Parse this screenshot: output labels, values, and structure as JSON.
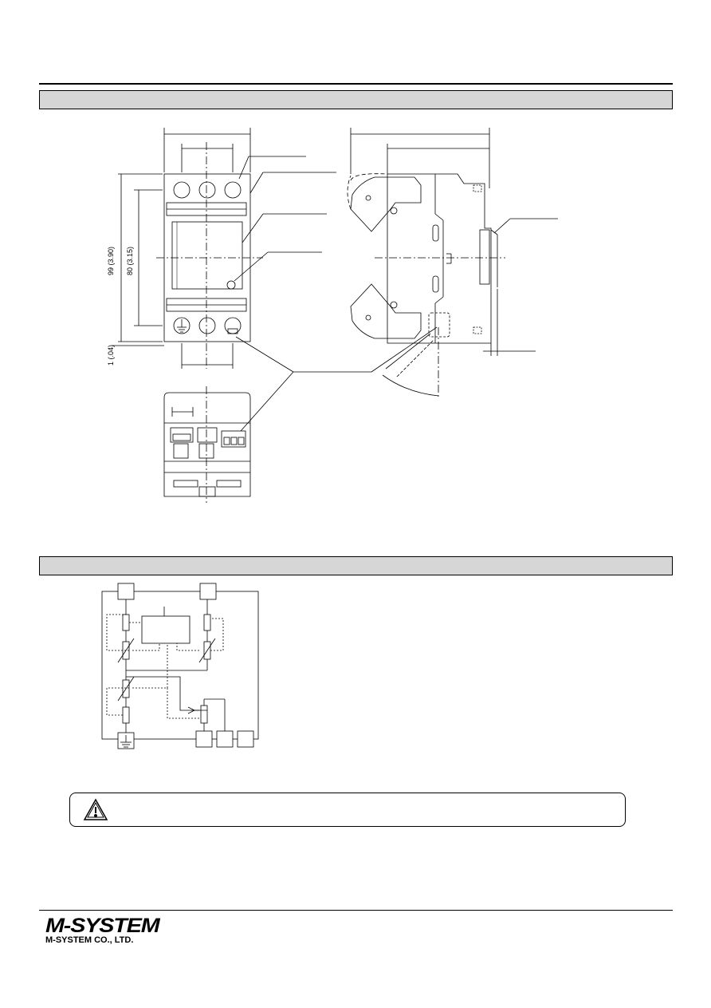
{
  "dimensions": {
    "overall_height": "99 (3.90)",
    "inner_height": "80 (3.15)",
    "foot_offset": "1 (.04)"
  },
  "footer": {
    "logo": "M-SYSTEM",
    "company": "M-SYSTEM CO., LTD."
  },
  "icons": {
    "caution": "warning-triangle-icon"
  }
}
